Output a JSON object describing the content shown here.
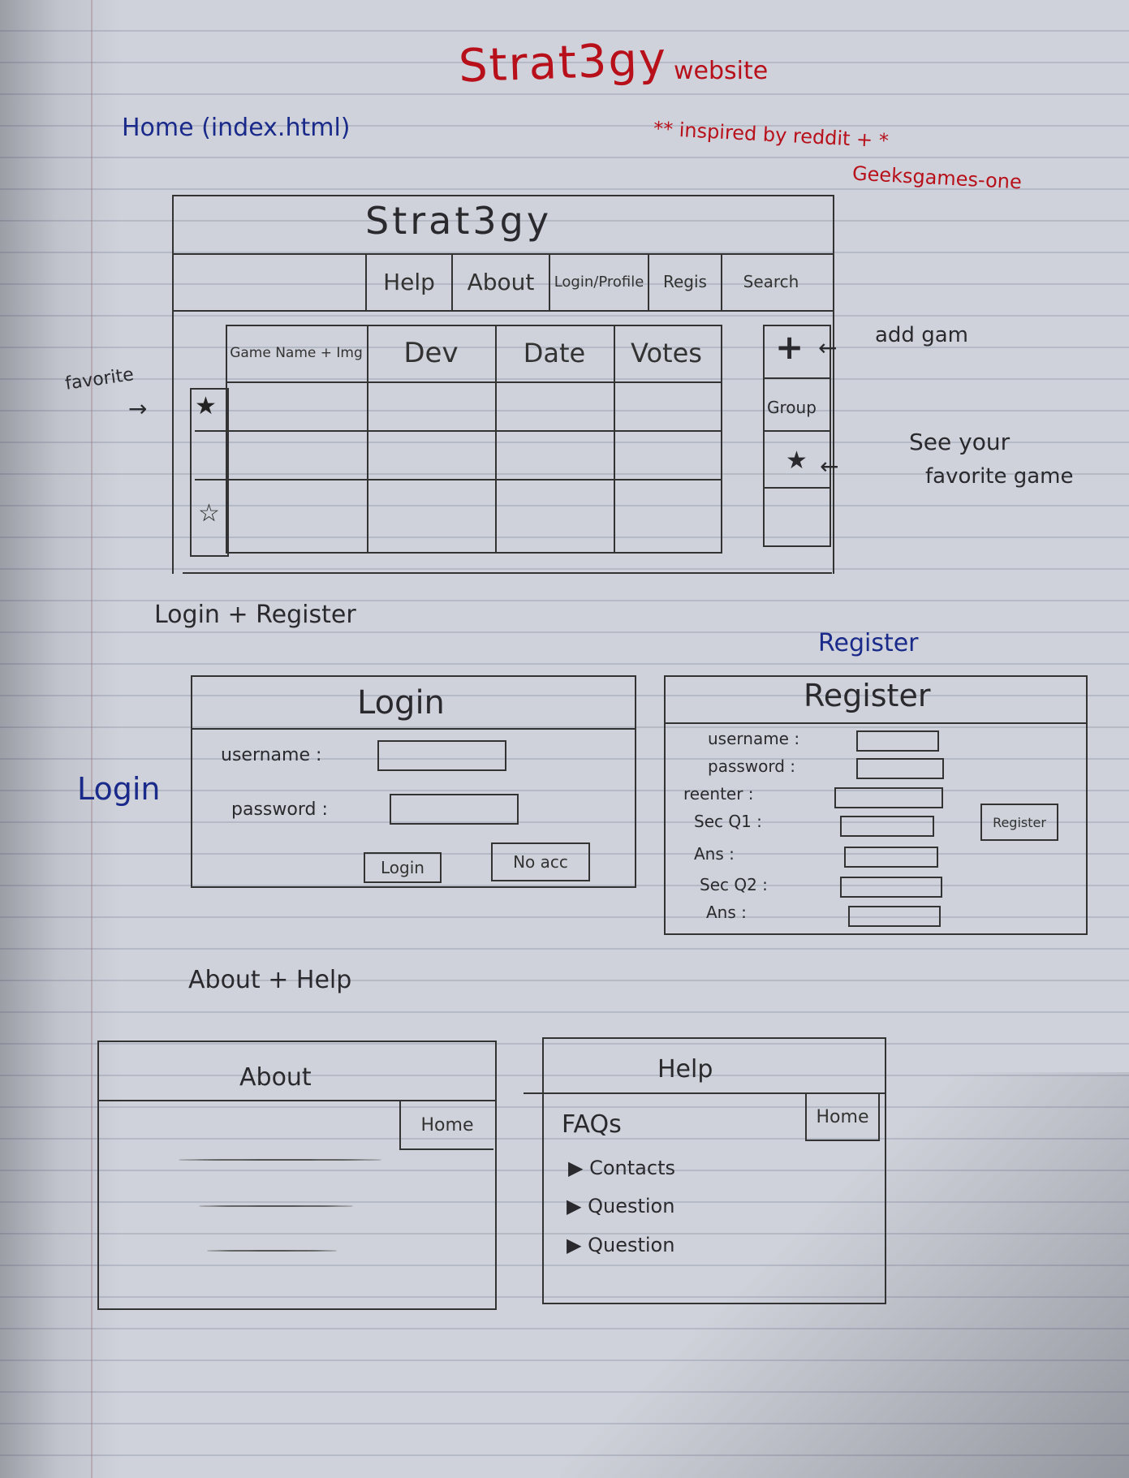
{
  "page_title": "Strat3gy",
  "page_title_suffix": "website",
  "inspired_note": "** inspired by reddit + *",
  "inspired_note_2": "Geeksgames-one",
  "home_label": "Home (index.html)",
  "home": {
    "site_title": "Strat3gy",
    "nav": [
      "Help",
      "About",
      "Login/Profile",
      "Regis",
      "Search"
    ],
    "columns": [
      "Game Name + Img",
      "Dev",
      "Date",
      "Votes"
    ],
    "favorite_label": "favorite",
    "side": {
      "add_icon": "+",
      "group_label": "Group",
      "fav_icon": "★"
    },
    "annotation_add": "add gam",
    "annotation_fav_1": "See your",
    "annotation_fav_2": "favorite game",
    "row_stars": [
      "★",
      "☆"
    ]
  },
  "login_register_heading": "Login + Register",
  "login_side_label": "Login",
  "register_side_label": "Register",
  "login": {
    "title": "Login",
    "fields": [
      "username :",
      "password :"
    ],
    "login_button": "Login",
    "no_account_button": "No acc"
  },
  "register": {
    "title": "Register",
    "fields": [
      "username :",
      "password :",
      "reenter :",
      "Sec Q1 :",
      "Ans :",
      "Sec Q2 :",
      "Ans :"
    ],
    "register_button": "Register"
  },
  "about_help_heading": "About + Help",
  "about": {
    "title": "About",
    "home_button": "Home"
  },
  "help": {
    "title": "Help",
    "home_button": "Home",
    "faqs": "FAQs",
    "items": [
      "Contacts",
      "Question",
      "Question"
    ],
    "bullet_icon": "▶"
  }
}
